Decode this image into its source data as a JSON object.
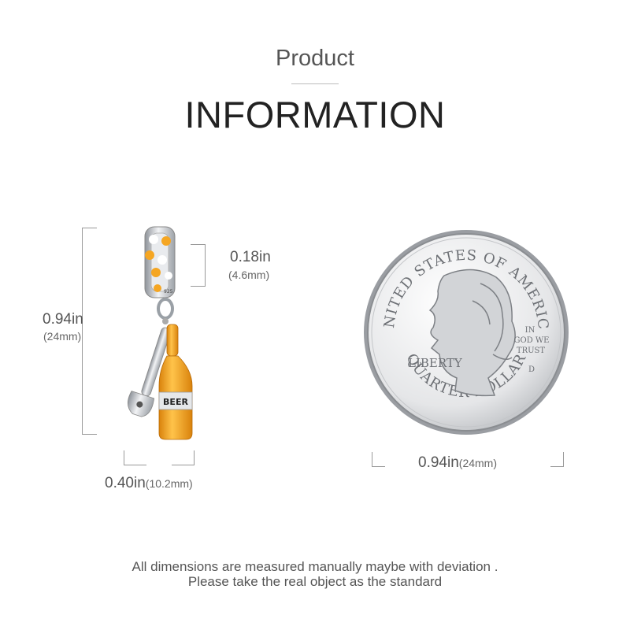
{
  "header": {
    "subtitle": "Product",
    "title": "INFORMATION"
  },
  "charm": {
    "label_on_bottle": "BEER",
    "label_on_ring": "925",
    "colors": {
      "enamel": "#f5a623",
      "silver": "#c9ccd1",
      "dark": "#222222"
    }
  },
  "dimensions": {
    "height": {
      "inches": "0.94in",
      "mm": "(24mm)"
    },
    "ring": {
      "inches": "0.18in",
      "mm": "(4.6mm)"
    },
    "width": {
      "inches": "0.40in",
      "mm": "(10.2mm)"
    },
    "coin": {
      "inches": "0.94in",
      "mm": "(24mm)"
    }
  },
  "coin": {
    "top_text": "UNITED STATES OF AMERICA",
    "bottom_text": "QUARTER DOLLAR",
    "liberty": "LIBERTY",
    "motto_1": "IN",
    "motto_2": "GOD WE",
    "motto_3": "TRUST",
    "mint_mark": "D"
  },
  "footer": {
    "line1": "All dimensions are measured manually maybe with deviation .",
    "line2": "Please take the real object as the standard"
  }
}
